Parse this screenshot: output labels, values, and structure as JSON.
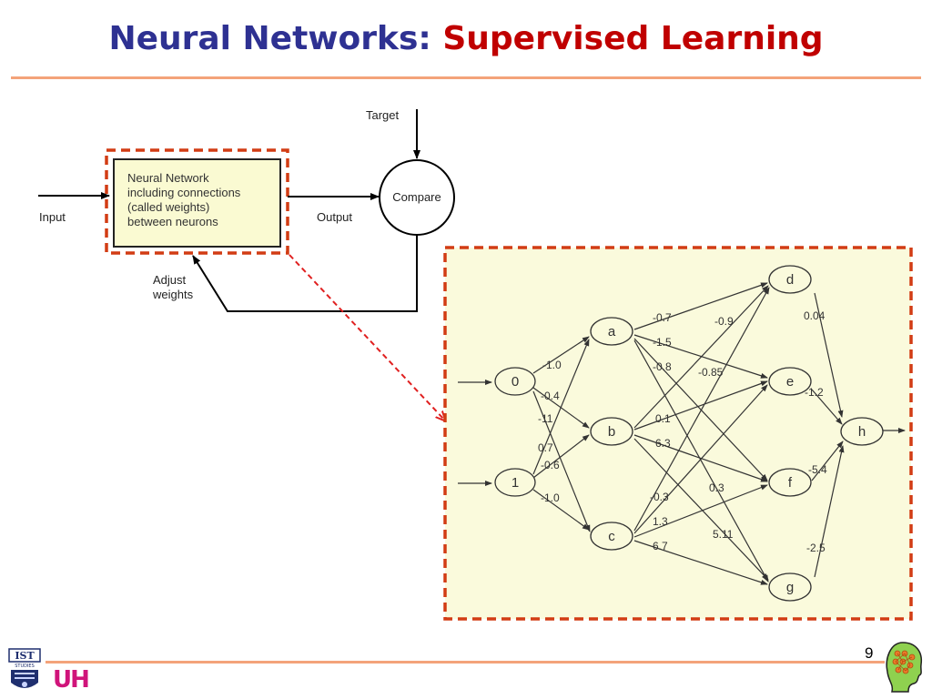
{
  "title": {
    "part1": "Neural Networks:",
    "part2": "Supervised Learning"
  },
  "colors": {
    "title_blue": "#2e3192",
    "title_red": "#c00000",
    "rule": "#f4a37a",
    "panel_fill": "#fafadc",
    "dashed_border": "#d23c14",
    "box_fill": "#fafad2"
  },
  "top_diagram": {
    "box_text": [
      "Neural Network",
      "including connections",
      "(called weights)",
      "between neurons"
    ],
    "input_label": "Input",
    "output_label": "Output",
    "target_label": "Target",
    "compare_label": "Compare",
    "adjust_label": [
      "Adjust",
      "weights"
    ]
  },
  "network": {
    "nodes": {
      "n0": "0",
      "n1": "1",
      "a": "a",
      "b": "b",
      "c": "c",
      "d": "d",
      "e": "e",
      "f": "f",
      "g": "g",
      "h": "h"
    },
    "weights": {
      "w0a": "-1.0",
      "w0b": "-0.4",
      "w0c": "-11",
      "w1a": "0.7",
      "w1b": "-0.6",
      "w1c": "-1.0",
      "wad": "-0.7",
      "wae": "-1.5",
      "waf": "-0.8",
      "wbd": "-0.9",
      "wbe": "-0.85",
      "wbf": "0.1",
      "wbg": "6.3",
      "wcd": "-0.3",
      "wce": "1.3",
      "wcf": "0.3",
      "wcg": "6.7",
      "wag": "5.11",
      "wdh": "0.04",
      "weh": "-1.2",
      "wfh": "-5.4",
      "wgh": "-2.5"
    }
  },
  "slide_number": "9",
  "logo_ist": "IST",
  "logo_ist_sub": "STUDIES",
  "logo_uh": "UH"
}
